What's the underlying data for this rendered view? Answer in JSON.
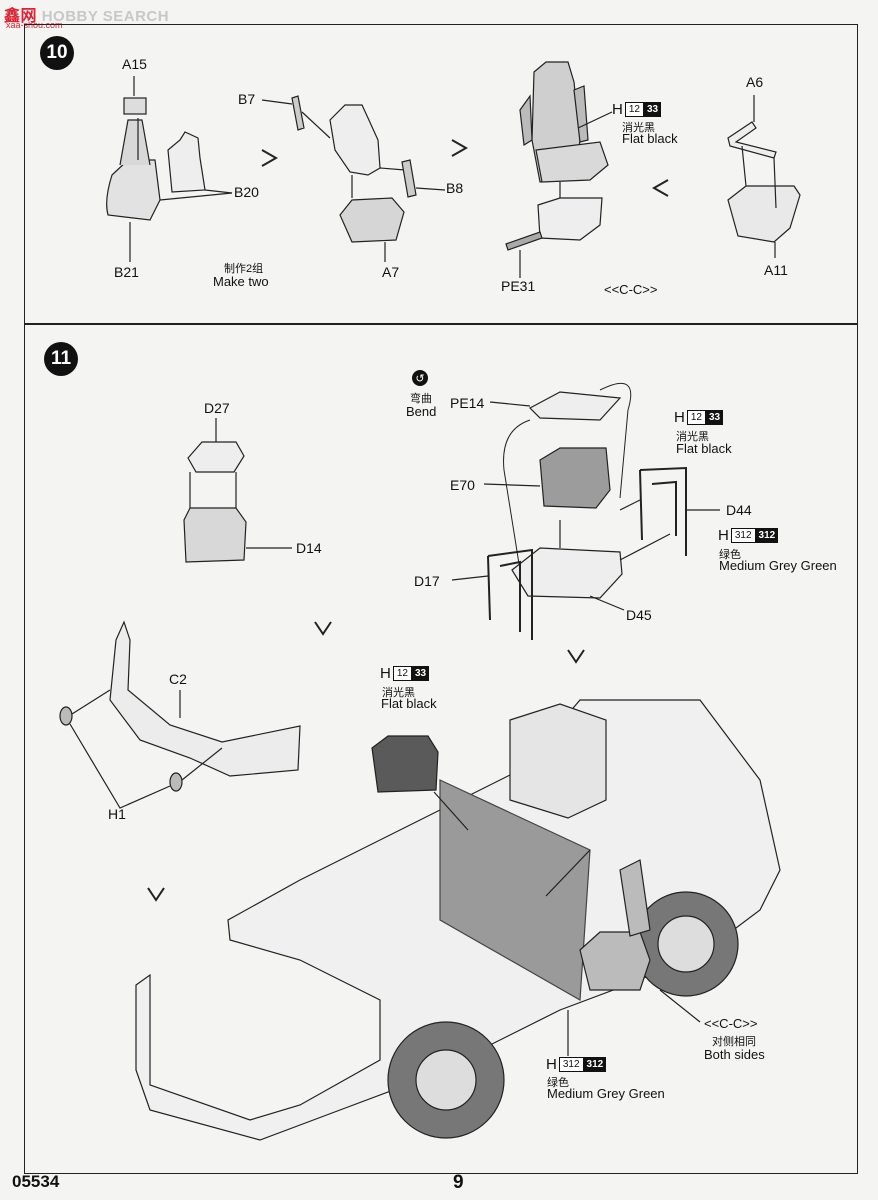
{
  "watermark": {
    "brand_cn": "鑫网",
    "brand_en": "HOBBY SEARCH",
    "url": "xaa-shou.com"
  },
  "step10": {
    "number": "10",
    "labels": {
      "a15": "A15",
      "b20": "B20",
      "b21": "B21",
      "b7": "B7",
      "b8": "B8",
      "a7": "A7",
      "pe31": "PE31",
      "a6": "A6",
      "a11": "A11",
      "cc": "<<C-C>>"
    },
    "note_cn": "制作2组",
    "note_en": "Make two",
    "paint": {
      "code": "H",
      "num1": "12",
      "num2": "33",
      "name_cn": "消光黑",
      "name_en": "Flat black"
    }
  },
  "step11": {
    "number": "11",
    "labels": {
      "d27": "D27",
      "d14": "D14",
      "pe14": "PE14",
      "e70": "E70",
      "d44": "D44",
      "d17": "D17",
      "d45": "D45",
      "c2": "C2",
      "h1": "H1"
    },
    "bend_cn": "弯曲",
    "bend_en": "Bend",
    "paint_black_top": {
      "code": "H",
      "num1": "12",
      "num2": "33",
      "name_cn": "消光黑",
      "name_en": "Flat black"
    },
    "paint_green_top": {
      "code": "H",
      "num1": "312",
      "num2": "312",
      "name_cn": "绿色",
      "name_en": "Medium Grey Green"
    },
    "paint_black_mid": {
      "code": "H",
      "num1": "12",
      "num2": "33",
      "name_cn": "消光黑",
      "name_en": "Flat black"
    },
    "paint_green_bottom": {
      "code": "H",
      "num1": "312",
      "num2": "312",
      "name_cn": "绿色",
      "name_en": "Medium Grey Green"
    },
    "cc_label": "<<C-C>>",
    "both_cn": "对侧相同",
    "both_en": "Both sides"
  },
  "footer": {
    "code": "05534",
    "page": "9"
  }
}
